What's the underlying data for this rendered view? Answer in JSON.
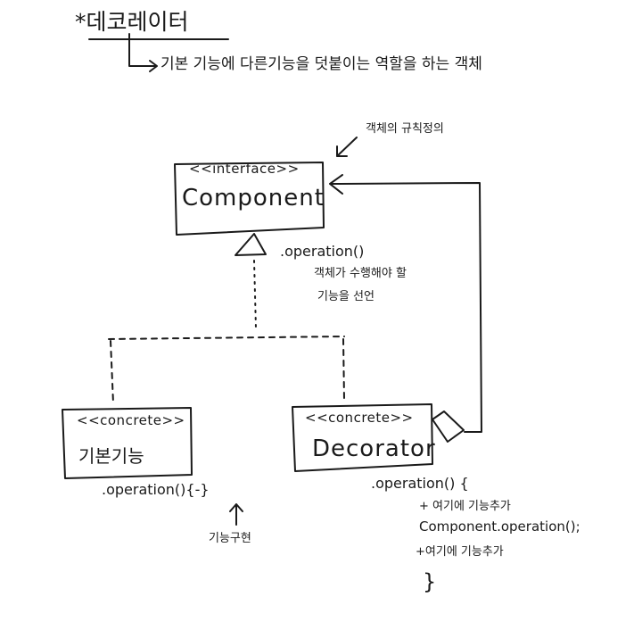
{
  "title": "*데코레이터",
  "subtitle": "기본 기능에 다른기능을 덧붙이는 역할을 하는 객체",
  "interface_note": "객체의 규칙정의",
  "component": {
    "stereotype": "<<interface>>",
    "name": "Component",
    "operation": ".operation()",
    "description_line1": "객체가 수행해야 할",
    "description_line2": "기능을 선언"
  },
  "concrete_component": {
    "stereotype": "<<concrete>>",
    "name": "기본기능",
    "operation": ".operation(){-}",
    "note": "기능구현"
  },
  "decorator": {
    "stereotype": "<<concrete>>",
    "name": "Decorator",
    "operation": ".operation() {",
    "line1": "+ 여기에 기능추가",
    "line2": "Component.operation();",
    "line3": "+여기에 기능추가",
    "close": "}"
  },
  "colors": {
    "ink": "#1a1a1a",
    "background": "#ffffff"
  }
}
